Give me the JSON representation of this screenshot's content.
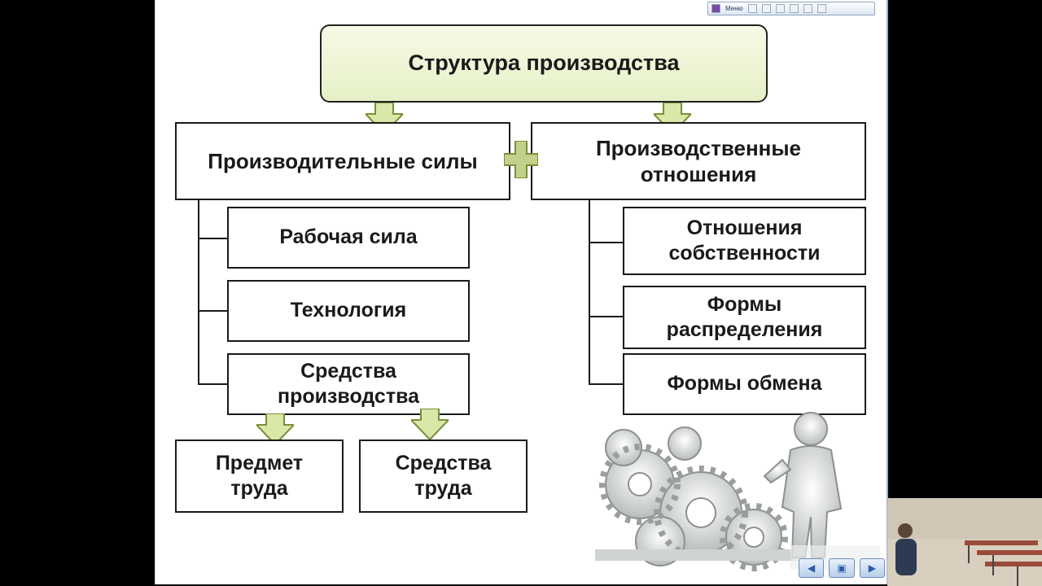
{
  "diagram": {
    "title": "Структура производства",
    "left_branch": {
      "title": "Производительные силы",
      "items": [
        "Рабочая сила",
        "Технология",
        "Средства производства"
      ],
      "sub_items": [
        "Предмет труда",
        "Средства труда"
      ]
    },
    "right_branch": {
      "title_line1": "Производственные",
      "title_line2": "отношения",
      "items": [
        {
          "line1": "Отношения",
          "line2": "собственности"
        },
        {
          "line1": "Формы",
          "line2": "распределения"
        },
        {
          "line1": "Формы обмена",
          "line2": ""
        }
      ]
    },
    "connector_symbol": "plus"
  },
  "toolbar": {
    "menu_label": "Меню"
  },
  "illustration": {
    "description_icon": "gears-figure-icon"
  },
  "colors": {
    "title_fill": "#e6f0c6",
    "arrow_fill": "#d9e8a8",
    "arrow_stroke": "#7a8f3a"
  }
}
